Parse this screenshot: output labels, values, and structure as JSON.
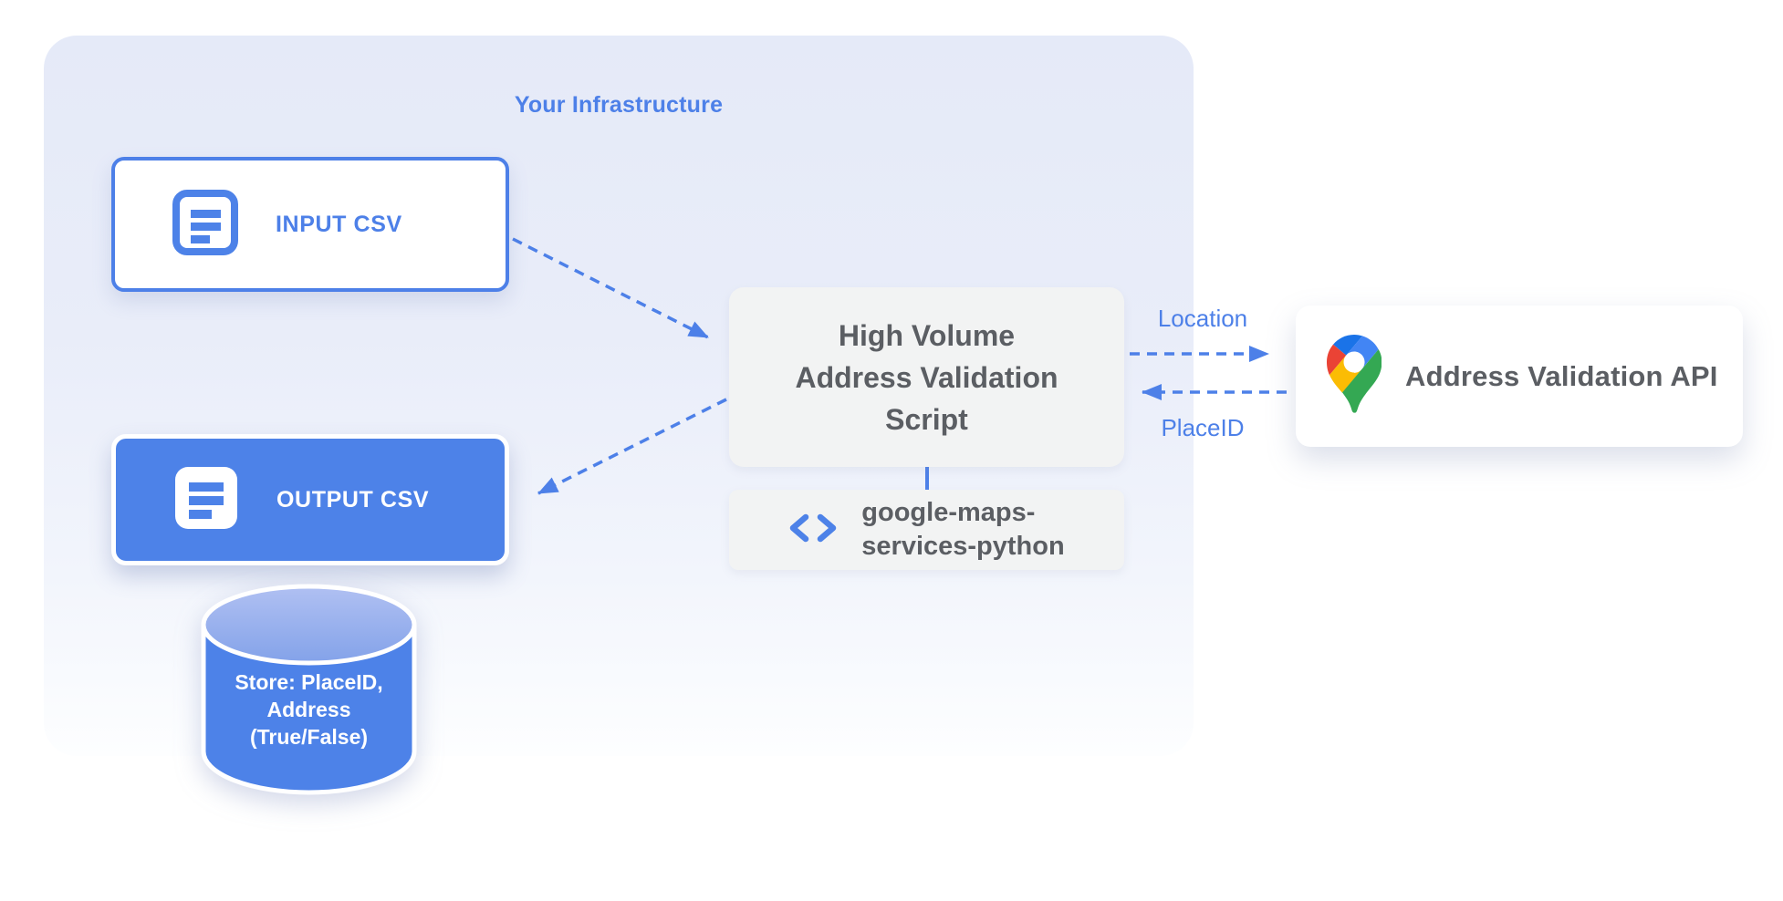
{
  "title": "Your Infrastructure",
  "nodes": {
    "input_csv": {
      "label": "INPUT CSV"
    },
    "output_csv": {
      "label": "OUTPUT CSV"
    },
    "datastore": {
      "lines": [
        "Store: PlaceID,",
        "Address",
        "(True/False)"
      ]
    },
    "script": {
      "lines": [
        "High Volume",
        "Address Validation",
        "Script"
      ]
    },
    "library": {
      "lines": [
        "google-maps-",
        "services-python"
      ]
    },
    "api": {
      "label": "Address Validation API"
    }
  },
  "edges": {
    "location_label": "Location",
    "placeid_label": "PlaceID"
  },
  "icons": {
    "input_csv": "document-icon",
    "output_csv": "document-icon",
    "library": "code-brackets-icon",
    "api": "google-maps-pin-icon"
  },
  "colors": {
    "accent_blue": "#4D80E8",
    "node_blue": "#4D82E8",
    "container_top": "#E5EAF8",
    "container_bottom": "#FDFEFF",
    "node_gray": "#F2F3F3",
    "text_gray": "#5B5E63",
    "cylinder_top": "#9FB4EE",
    "cylinder_body": "#4D82E8",
    "pin_blue_dark": "#1A73E8",
    "pin_blue": "#4285F4",
    "pin_red": "#EA4335",
    "pin_yellow": "#FBBC04",
    "pin_green": "#34A853"
  }
}
